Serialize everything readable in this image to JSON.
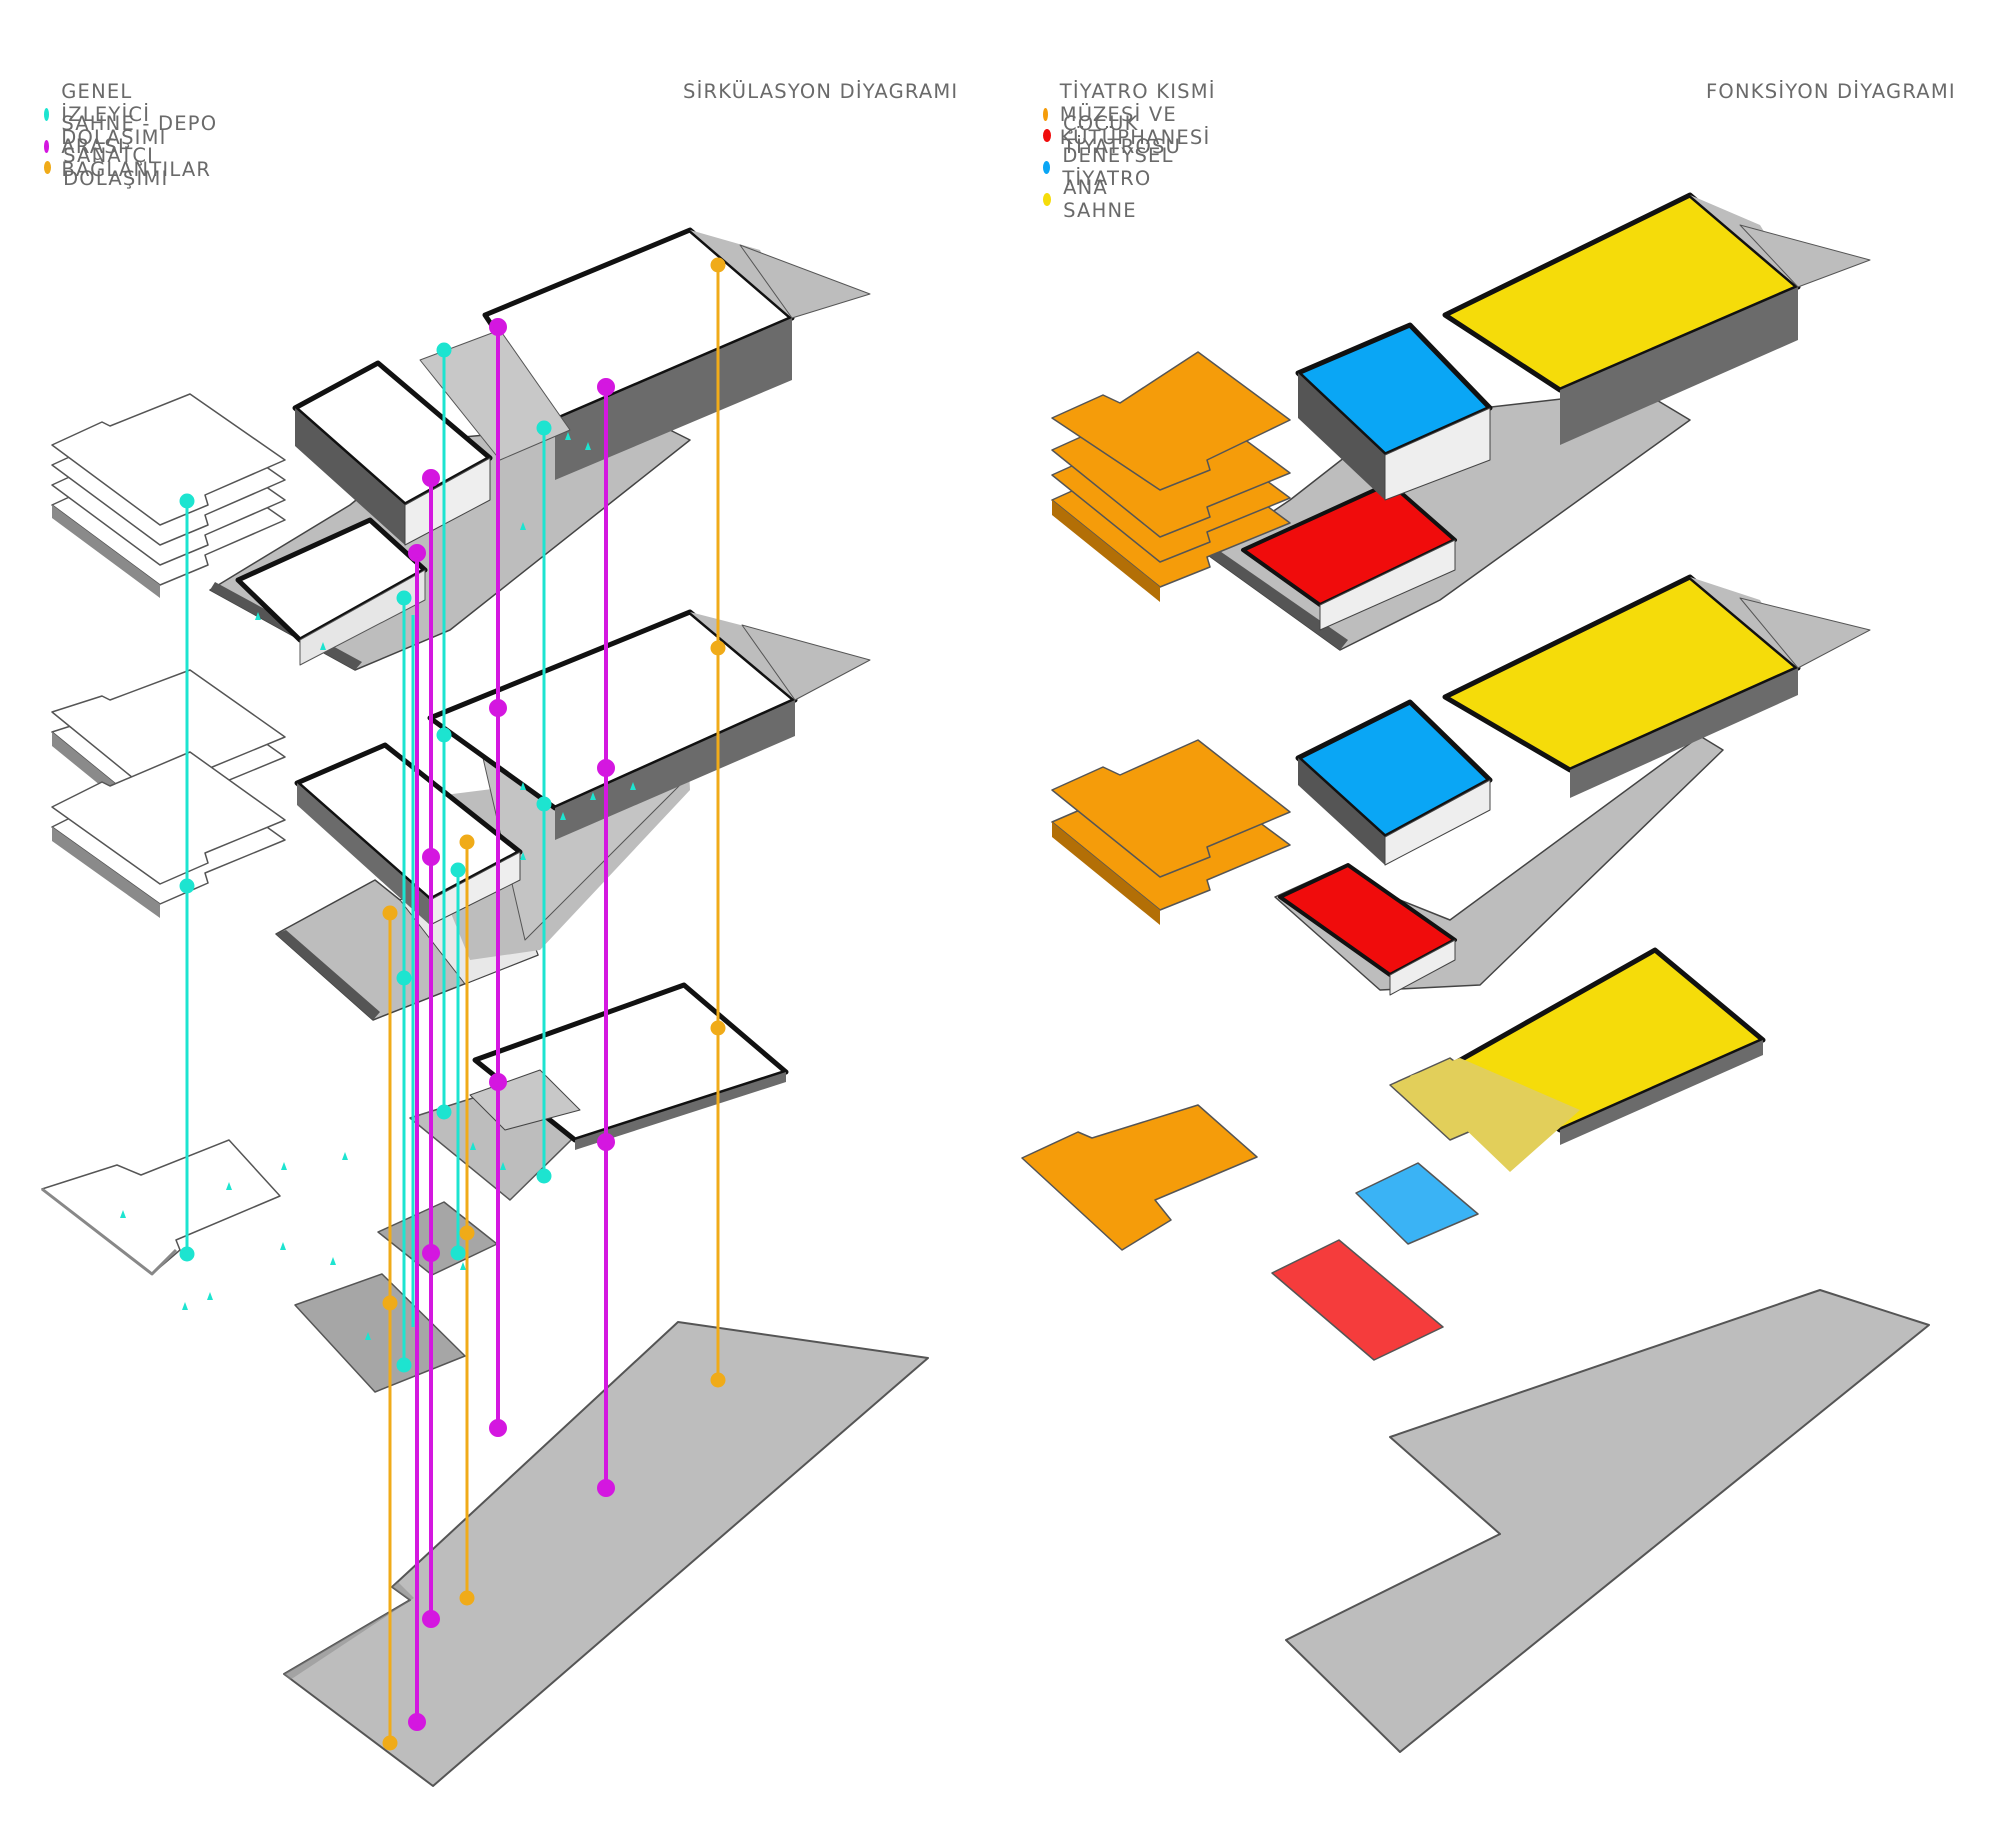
{
  "left_panel": {
    "title": "SİRKÜLASYON DİYAGRAMI",
    "legend": [
      {
        "label": "GENEL İZLEYİCİ DOLAŞIMI",
        "color": "#1de4d0"
      },
      {
        "label": "SAHNE - DEPO ARASI BAĞLANTILAR",
        "color": "#d417e0"
      },
      {
        "label": "SANATÇI DOLAŞIMI",
        "color": "#f0ab19"
      }
    ]
  },
  "right_panel": {
    "title": "FONKSİYON DİYAGRAMI",
    "legend": [
      {
        "label": "TİYATRO KISMİ MÜZESİ VE KÜTÜPHANESİ",
        "color": "#f59c0a"
      },
      {
        "label": "ÇOCUK TİYATROSU",
        "color": "#f00c0c"
      },
      {
        "label": "DENEYSEL TİYATRO",
        "color": "#0aa6f5"
      },
      {
        "label": "ANA SAHNE",
        "color": "#f5dc0a"
      }
    ]
  },
  "colors": {
    "floor_gray": "#bdbdbd",
    "wall_dark": "#6b6b6b",
    "outline": "#222222",
    "slab_white": "#ffffff"
  }
}
